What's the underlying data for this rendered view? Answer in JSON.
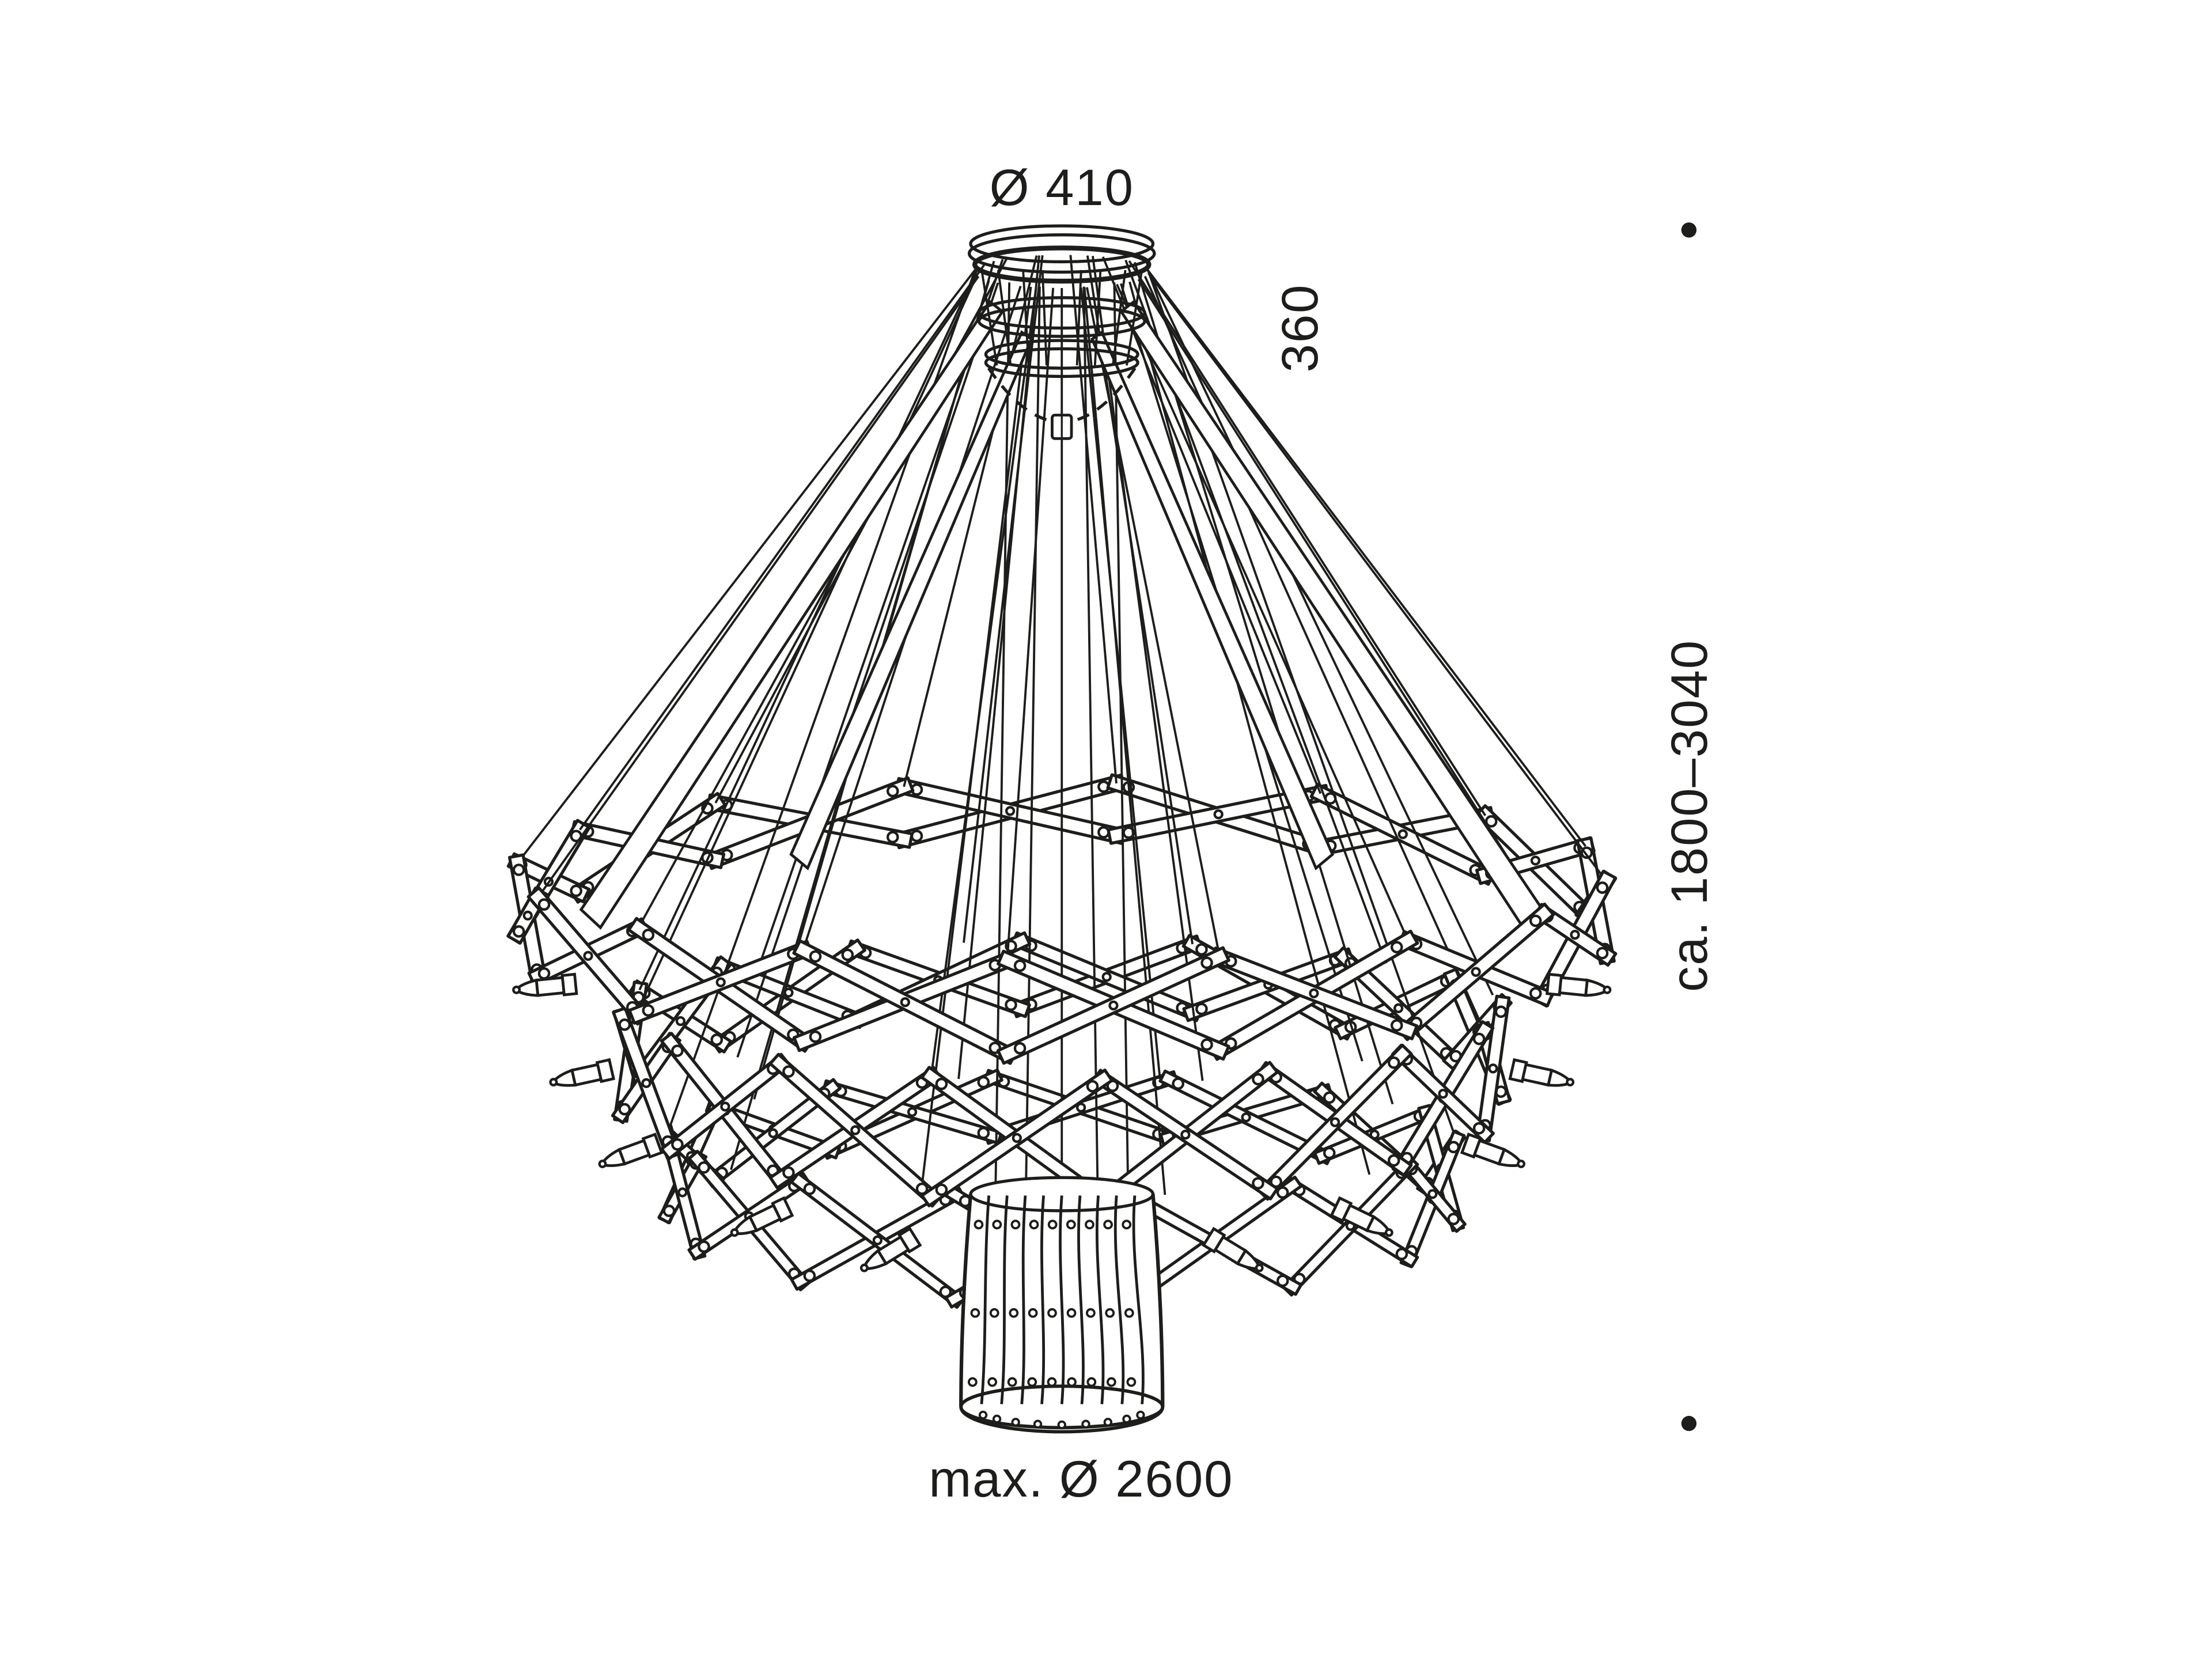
{
  "labels": {
    "canopy_diameter": "Ø 410",
    "canopy_height": "360",
    "suspension_range": "ca. 1800–3040",
    "max_diameter": "max. Ø 2600"
  },
  "colors": {
    "ink": "#1d1d1b",
    "background": "#ffffff"
  }
}
